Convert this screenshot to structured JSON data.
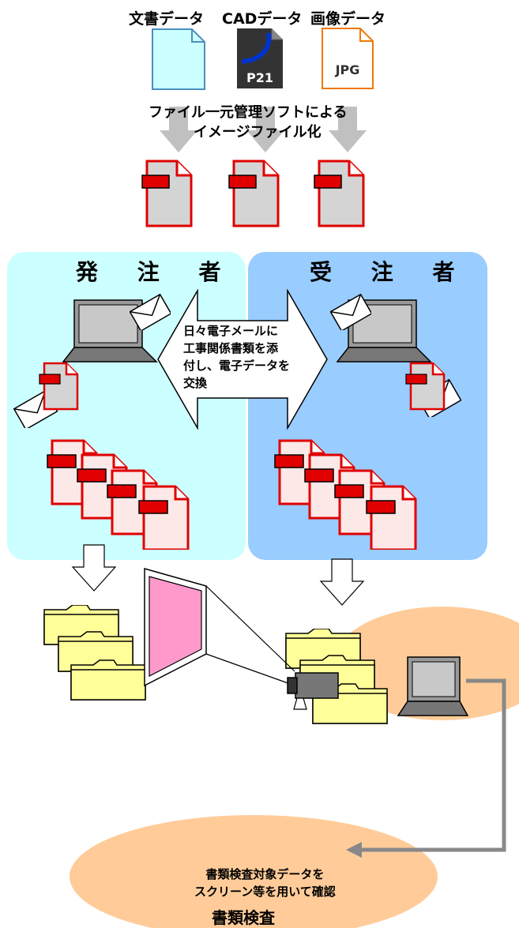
{
  "file_types": {
    "document": "文書データ",
    "cad": "CADデータ",
    "image": "画像データ",
    "cad_badge": "P21",
    "image_badge": "JPG"
  },
  "conversion": {
    "line1": "ファイル一元管理ソフトによる",
    "line2": "イメージファイル化"
  },
  "orderer": {
    "title": "発 注 者"
  },
  "contractor": {
    "title": "受 注 者"
  },
  "exchange": {
    "line1": "日々電子メールに",
    "line2": "工事関係書類を添",
    "line3": "付し、電子データを",
    "line4": "交換"
  },
  "inspection": {
    "line1": "書類検査対象データを",
    "line2": "スクリーン等を用いて確認",
    "title": "書類検査"
  },
  "colors": {
    "orderer_bg": "#ccffff",
    "contractor_bg": "#99ccff",
    "inspection_bg": "#ffcc99",
    "doc_red": "#e00000",
    "folder_yellow": "#ffff99",
    "screen_pink": "#ff99cc"
  }
}
